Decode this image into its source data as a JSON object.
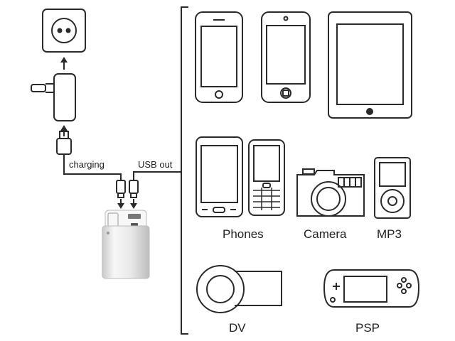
{
  "left": {
    "charging_label": "charging",
    "usb_out_label": "USB out"
  },
  "devices": {
    "phones_label": "Phones",
    "camera_label": "Camera",
    "mp3_label": "MP3",
    "dv_label": "DV",
    "psp_label": "PSP"
  },
  "colors": {
    "stroke": "#2a2a2a",
    "powerbank_top": "#f4f4f4",
    "powerbank_body": "#e2e2e2"
  }
}
